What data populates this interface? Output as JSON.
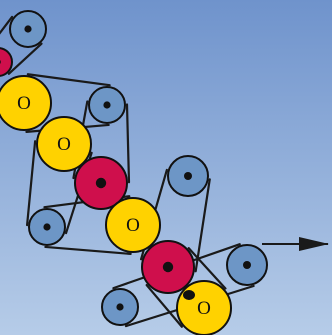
{
  "colors": {
    "background_top": "#6f93cc",
    "background_bottom": "#b6cce8",
    "belt": "#1a1a1a",
    "idler_roller": "#6d96c6",
    "driven_roller": "#cf0f4c",
    "labeled_roller": "#ffd200",
    "outline": "#111111"
  },
  "rollers": [
    {
      "kind": "idler"
    },
    {
      "kind": "driven"
    },
    {
      "kind": "labeled",
      "label": "O"
    },
    {
      "kind": "idler"
    },
    {
      "kind": "labeled",
      "label": "O"
    },
    {
      "kind": "driven"
    },
    {
      "kind": "idler"
    },
    {
      "kind": "idler"
    },
    {
      "kind": "labeled",
      "label": "O"
    },
    {
      "kind": "driven"
    },
    {
      "kind": "idler"
    },
    {
      "kind": "idler"
    },
    {
      "kind": "labeled",
      "label": "O"
    }
  ],
  "output_arrow": {
    "icon": "arrow-right-icon"
  }
}
